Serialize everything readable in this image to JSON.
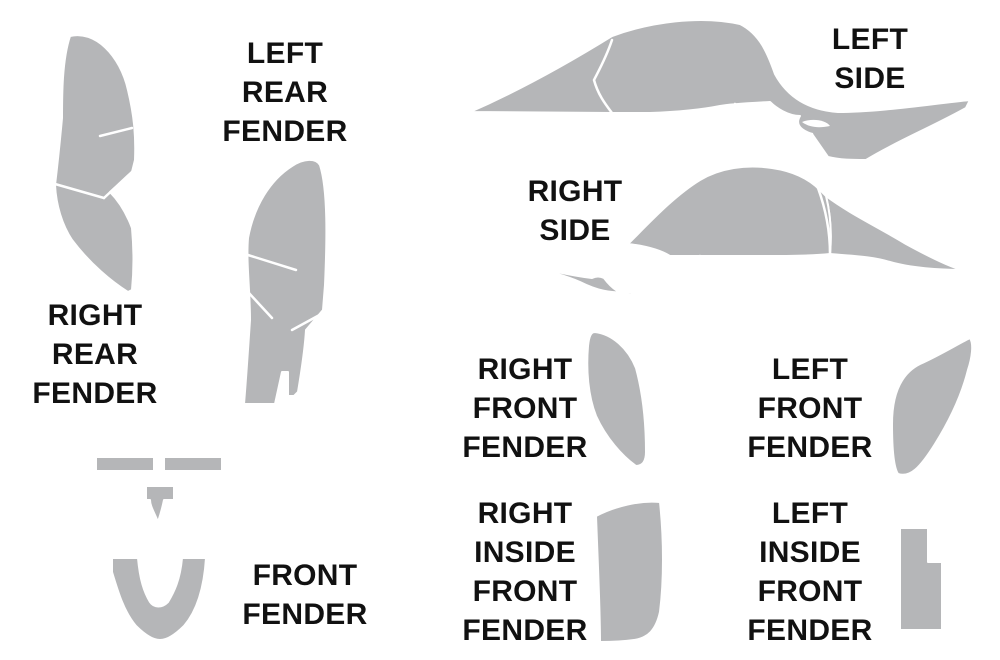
{
  "labels": {
    "left_rear_fender": [
      "LEFT",
      "REAR",
      "FENDER"
    ],
    "right_rear_fender": [
      "RIGHT",
      "REAR",
      "FENDER"
    ],
    "left_side": [
      "LEFT",
      "SIDE"
    ],
    "right_side": [
      "RIGHT",
      "SIDE"
    ],
    "right_front_fender": [
      "RIGHT",
      "FRONT",
      "FENDER"
    ],
    "left_front_fender": [
      "LEFT",
      "FRONT",
      "FENDER"
    ],
    "right_inside_front_fender": [
      "RIGHT",
      "INSIDE",
      "FRONT",
      "FENDER"
    ],
    "left_inside_front_fender": [
      "LEFT",
      "INSIDE",
      "FRONT",
      "FENDER"
    ],
    "front_fender": [
      "FRONT",
      "FENDER"
    ]
  },
  "colors": {
    "piece_fill": "#b5b6b8",
    "label_text": "#111111",
    "background": "#ffffff"
  }
}
